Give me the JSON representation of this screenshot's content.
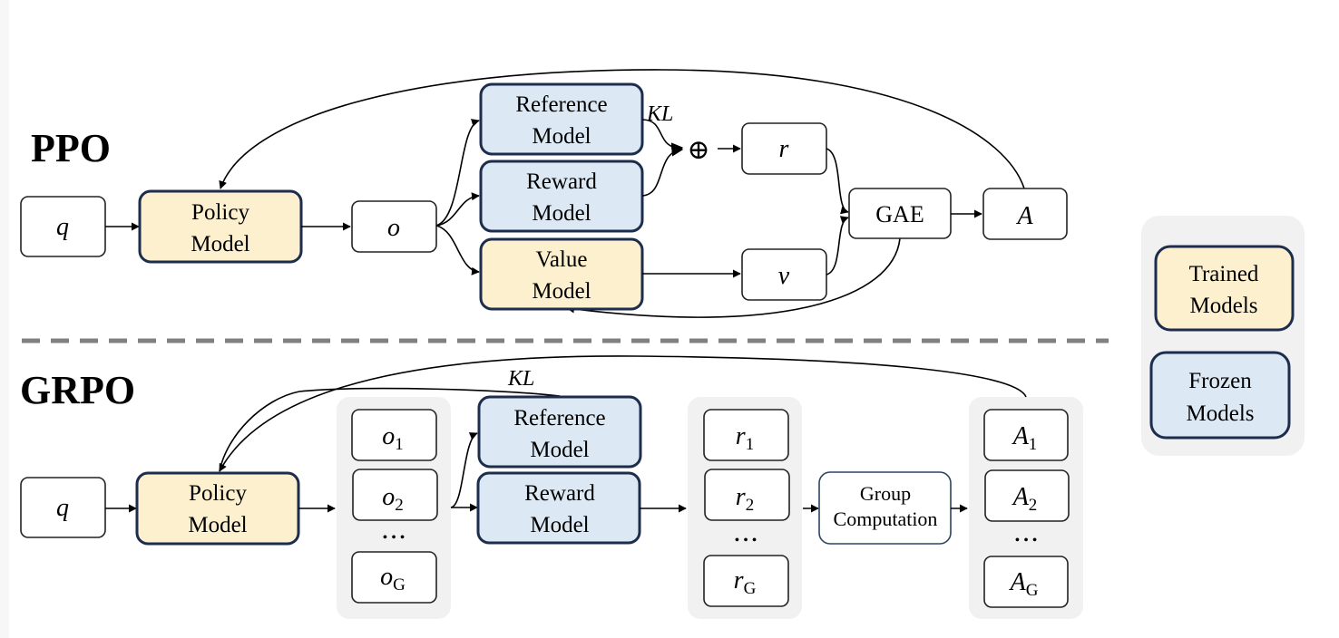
{
  "ppo": {
    "title": "PPO",
    "q": "q",
    "policy": [
      "Policy",
      "Model"
    ],
    "o": "o",
    "reference": [
      "Reference",
      "Model"
    ],
    "reward": [
      "Reward",
      "Model"
    ],
    "value": [
      "Value",
      "Model"
    ],
    "kl": "KL",
    "oplus": "⊕",
    "r": "r",
    "v": "v",
    "gae": "GAE",
    "a": "A"
  },
  "grpo": {
    "title": "GRPO",
    "q": "q",
    "policy": [
      "Policy",
      "Model"
    ],
    "outputs": [
      {
        "base": "o",
        "sub": "1"
      },
      {
        "base": "o",
        "sub": "2"
      },
      {
        "base": "o",
        "sub": "G"
      }
    ],
    "reference": [
      "Reference",
      "Model"
    ],
    "reward": [
      "Reward",
      "Model"
    ],
    "kl": "KL",
    "rewards": [
      {
        "base": "r",
        "sub": "1"
      },
      {
        "base": "r",
        "sub": "2"
      },
      {
        "base": "r",
        "sub": "G"
      }
    ],
    "group": [
      "Group",
      "Computation"
    ],
    "advantages": [
      {
        "base": "A",
        "sub": "1"
      },
      {
        "base": "A",
        "sub": "2"
      },
      {
        "base": "A",
        "sub": "G"
      }
    ],
    "ellipsis": "• • •"
  },
  "legend": {
    "trained": [
      "Trained",
      "Models"
    ],
    "frozen": [
      "Frozen",
      "Models"
    ]
  },
  "colors": {
    "trained_fill": "#fdf0cf",
    "frozen_fill": "#dce9f5",
    "border": "#1c2d4d",
    "panel": "#f1f1f1",
    "divider": "#808080"
  }
}
